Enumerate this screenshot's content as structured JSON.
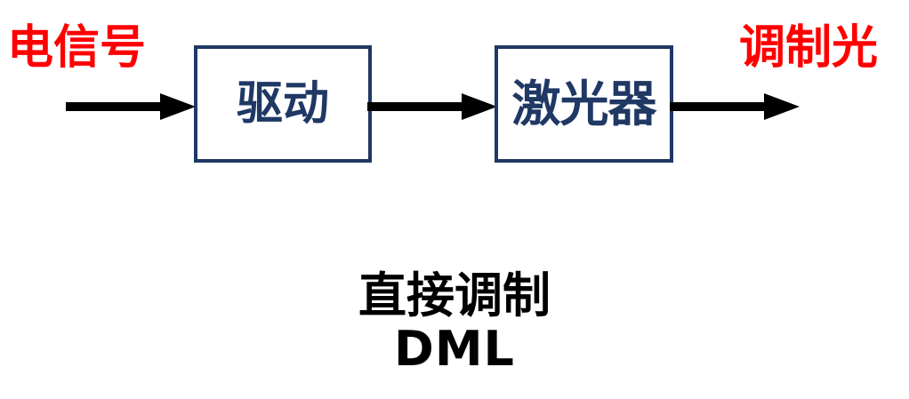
{
  "diagram": {
    "title_visible": false,
    "colors": {
      "accent_red": "#ff0000",
      "box_navy": "#1f3864",
      "arrow_black": "#000000",
      "background": "#ffffff"
    },
    "input_label": "电信号",
    "output_label": "调制光",
    "blocks": [
      {
        "label": "驱动"
      },
      {
        "label": "激光器"
      }
    ],
    "arrows": [
      {
        "name": "arrow-input-to-driver"
      },
      {
        "name": "arrow-driver-to-laser"
      },
      {
        "name": "arrow-laser-to-output"
      }
    ],
    "caption": {
      "line1": "直接调制",
      "line2": "DML"
    }
  }
}
